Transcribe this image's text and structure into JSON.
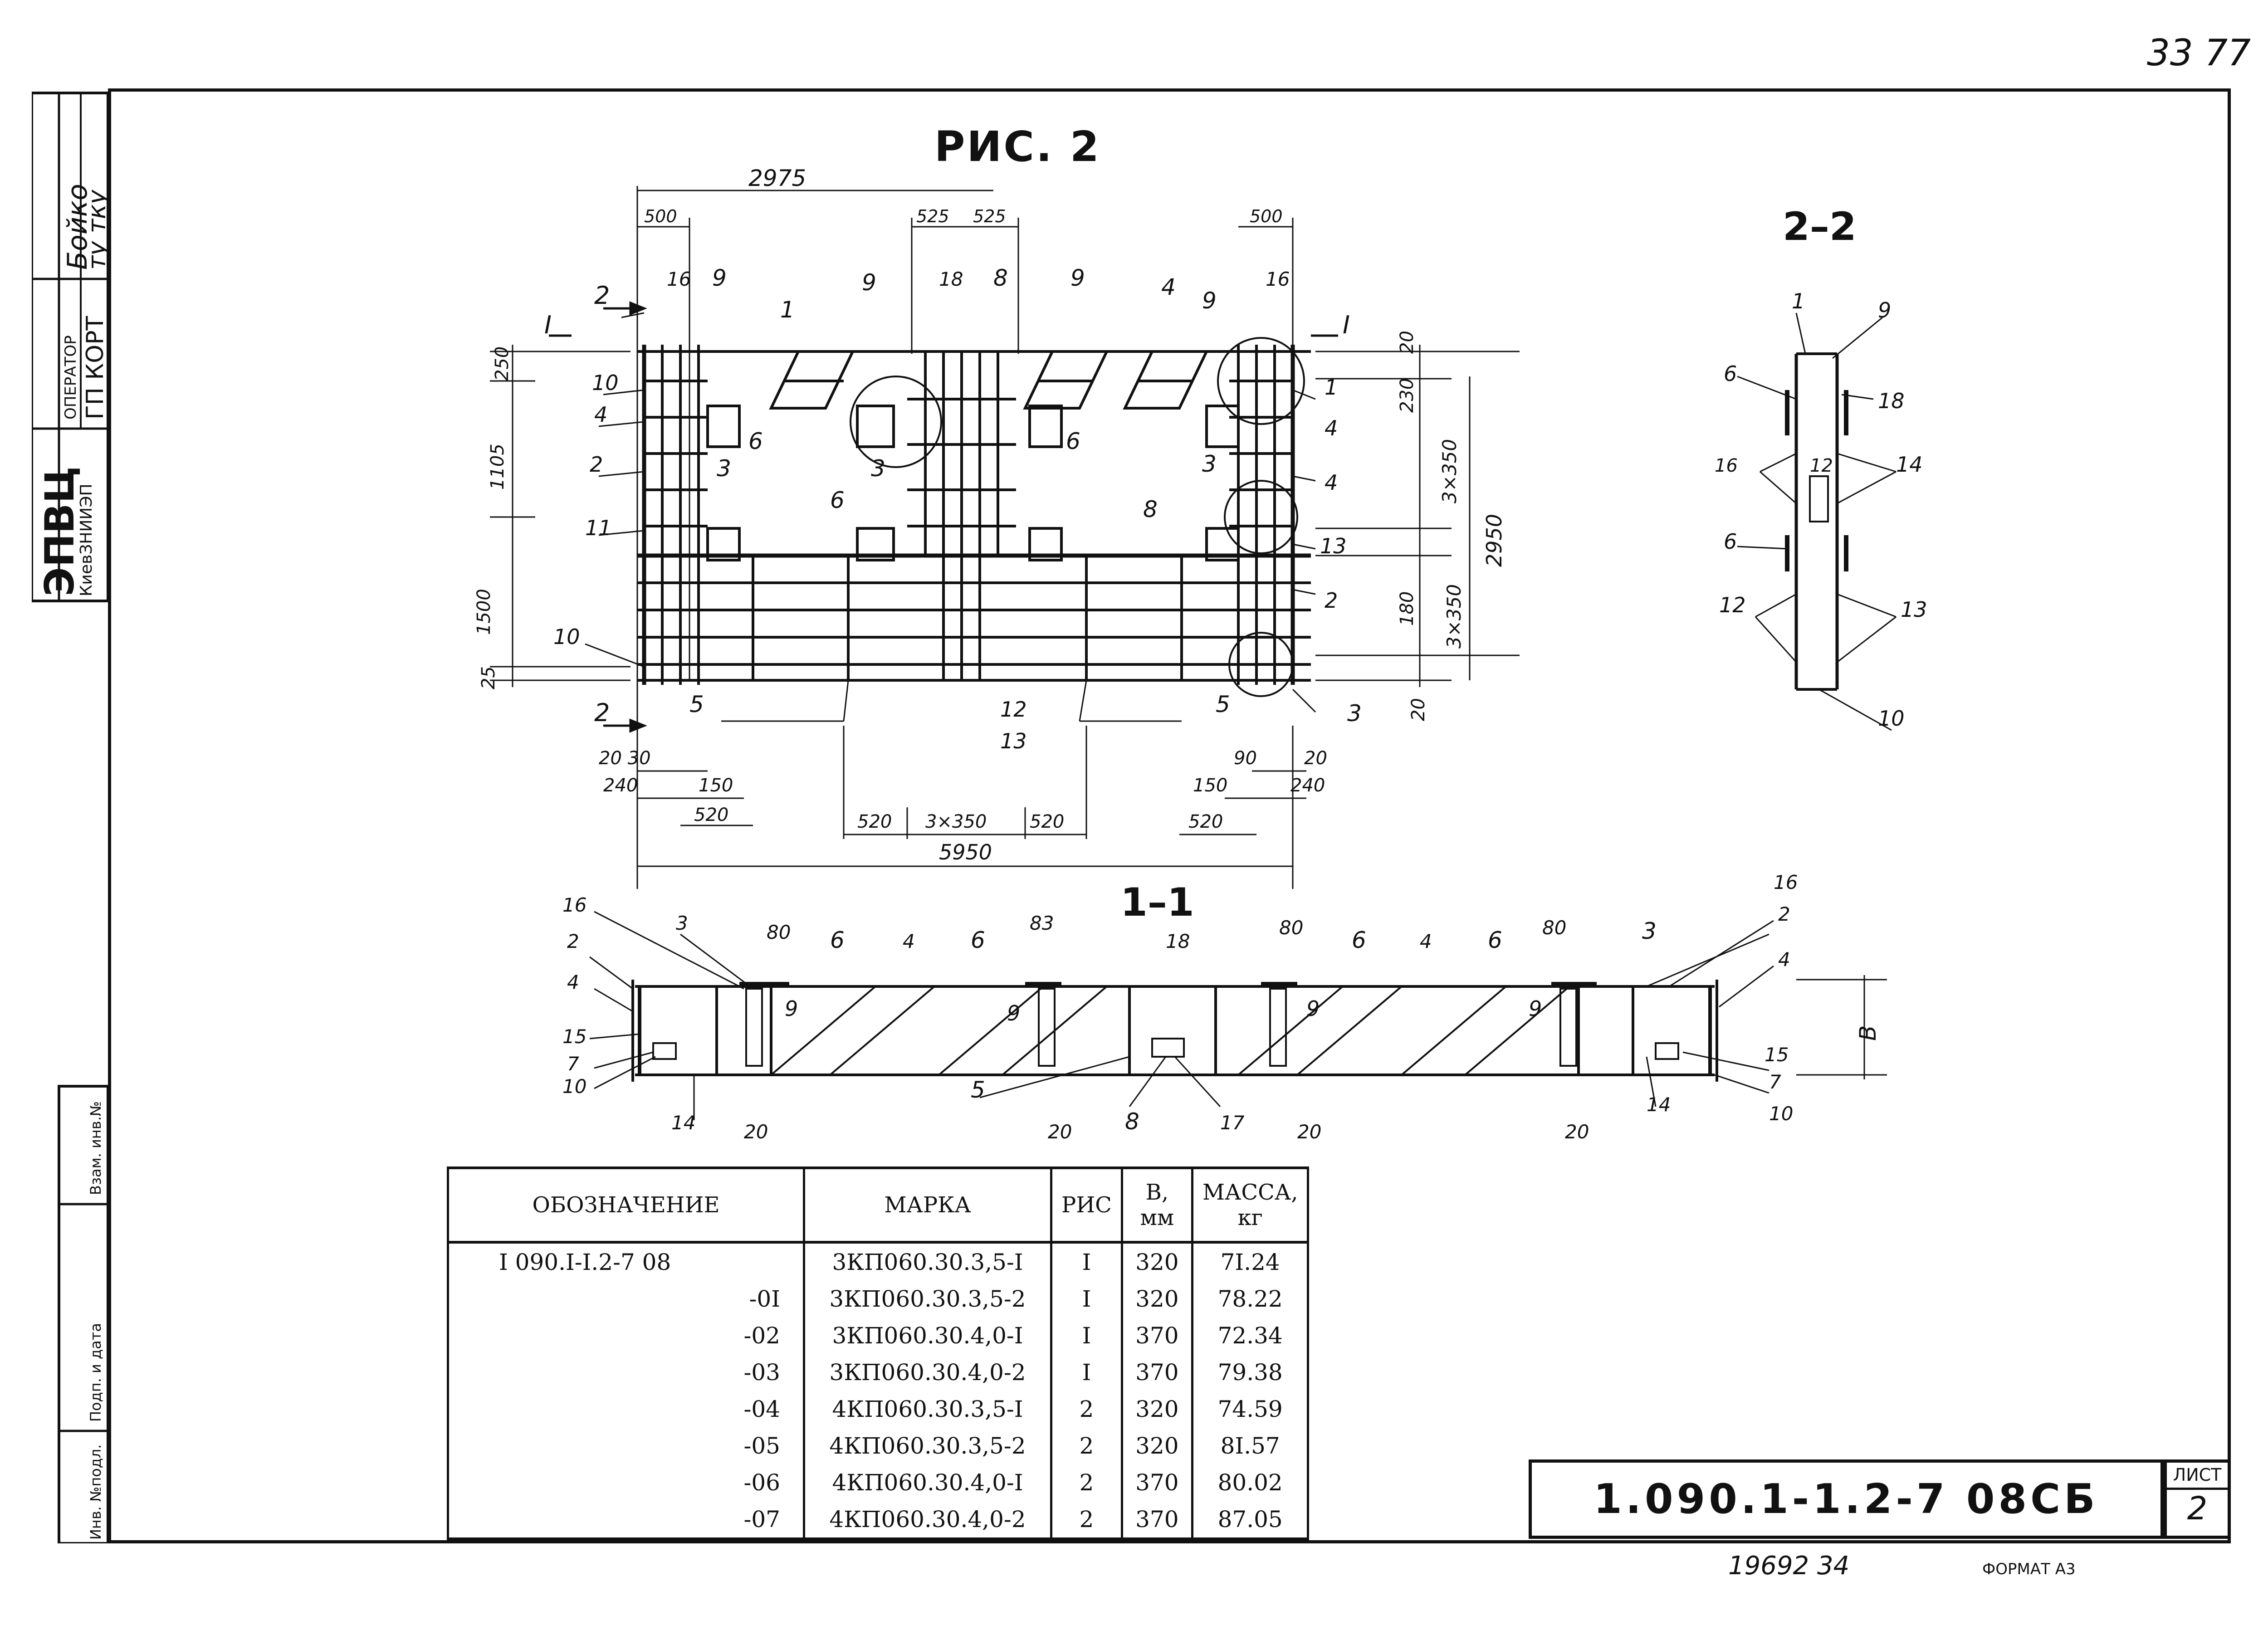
{
  "sheet_corner": "33 77",
  "left_strip": {
    "org": "ЭПВЦ",
    "org_sub": "КиевЗНИИЭП",
    "operator_label": "ОПЕРАТОР",
    "operator_value": "ГП КОРТ",
    "signature_name": "Бойко",
    "signature_extra": "ту тку",
    "inv_label": "Инв. №подл.",
    "sign_date_label": "Подп. и дата",
    "replace_inv_label": "Взам. инв.№"
  },
  "figure_title": "РИС. 2",
  "section_2_2": "2–2",
  "section_1_1": "1–1",
  "drawing_dims": {
    "top_total": "2975",
    "top_500_left": "500",
    "top_525a": "525",
    "top_525b": "525",
    "top_500_right": "500",
    "left_250": "250",
    "left_1105": "1105",
    "left_1500": "1500",
    "left_25": "25",
    "right_20_top": "20",
    "right_230": "230",
    "right_3x350": "3×350",
    "right_2950": "2950",
    "right_180": "180",
    "right_3x350b": "3×350",
    "right_20_bot": "20",
    "bot_20_30": "20  30",
    "bot_240": "240",
    "bot_150": "150",
    "bot_520a": "520",
    "bot_520b": "520",
    "bot_3x350": "3×350",
    "bot_520c": "520",
    "bot_90": "90",
    "bot_20": "20",
    "bot_150r": "150",
    "bot_240r": "240",
    "bot_520r": "520",
    "bot_total": "5950",
    "sec_B": "В",
    "sec_80a": "80",
    "sec_80b": "80",
    "sec_80c": "80",
    "sec_83": "83",
    "sec_20a": "20",
    "sec_20b": "20",
    "sec_20c": "20",
    "sec_20d": "20"
  },
  "spec_table": {
    "headers": [
      "ОБОЗНАЧЕНИЕ",
      "МАРКА",
      "РИС",
      "В, мм",
      "МАССА, кг"
    ],
    "rows": [
      [
        "I 090.I-I.2-7 08",
        "3КП060.30.3,5-I",
        "I",
        "320",
        "7I.24"
      ],
      [
        "-0I",
        "3КП060.30.3,5-2",
        "I",
        "320",
        "78.22"
      ],
      [
        "-02",
        "3КП060.30.4,0-I",
        "I",
        "370",
        "72.34"
      ],
      [
        "-03",
        "3КП060.30.4,0-2",
        "I",
        "370",
        "79.38"
      ],
      [
        "-04",
        "4КП060.30.3,5-I",
        "2",
        "320",
        "74.59"
      ],
      [
        "-05",
        "4КП060.30.3,5-2",
        "2",
        "320",
        "8I.57"
      ],
      [
        "-06",
        "4КП060.30.4,0-I",
        "2",
        "370",
        "80.02"
      ],
      [
        "-07",
        "4КП060.30.4,0-2",
        "2",
        "370",
        "87.05"
      ]
    ]
  },
  "stamp": {
    "code": "1.090.1-1.2-7 08СБ",
    "sheet_label": "ЛИСТ",
    "sheet_value": "2"
  },
  "footer": {
    "order_no": "19692  34",
    "format": "ФОРМАТ А3"
  }
}
